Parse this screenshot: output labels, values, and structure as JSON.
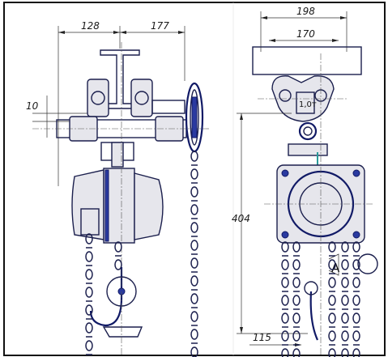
{
  "dimensions": {
    "trolley_width_left": "128",
    "trolley_width_right": "177",
    "overall_width": "198",
    "beam_width": "170",
    "flange_gap": "10",
    "headroom_height": "404",
    "hook_offset": "115"
  },
  "labels": {
    "capacity_plate": "1,0т",
    "detail_callout": "A"
  }
}
